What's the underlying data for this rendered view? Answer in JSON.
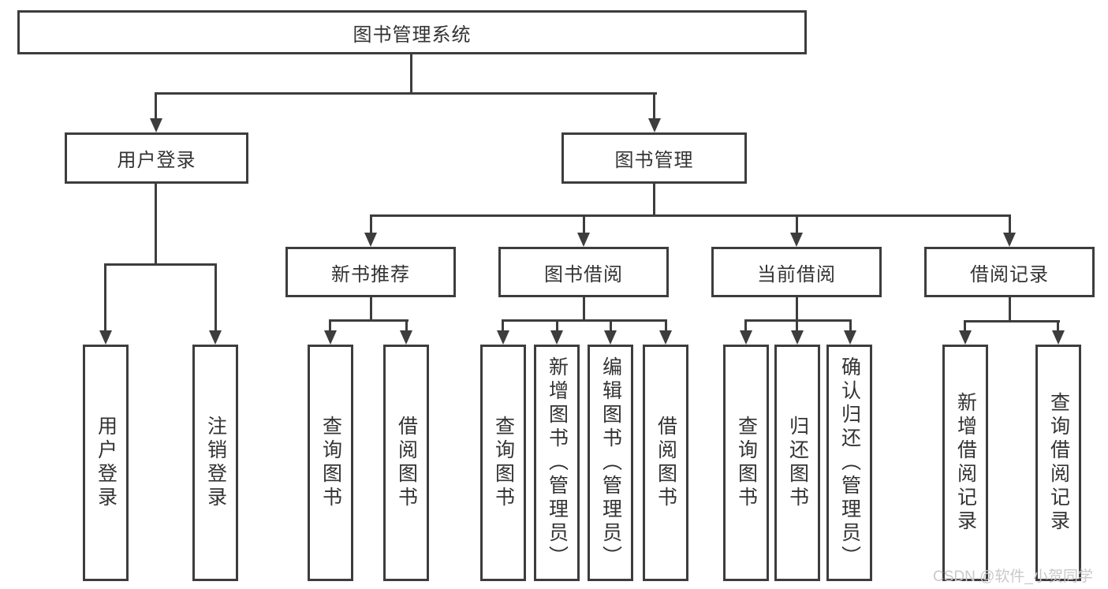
{
  "diagram": {
    "root": "图书管理系统",
    "branches": [
      {
        "label": "用户登录",
        "children": [
          "用户登录",
          "注销登录"
        ]
      },
      {
        "label": "图书管理",
        "groups": [
          {
            "label": "新书推荐",
            "children": [
              "查询图书",
              "借阅图书"
            ]
          },
          {
            "label": "图书借阅",
            "children": [
              "查询图书",
              "新增图书（管理员）",
              "编辑图书（管理员）",
              "借阅图书"
            ]
          },
          {
            "label": "当前借阅",
            "children": [
              "查询图书",
              "归还图书",
              "确认归还（管理员）"
            ]
          },
          {
            "label": "借阅记录",
            "children": [
              "新增借阅记录",
              "查询借阅记录"
            ]
          }
        ]
      }
    ]
  },
  "watermark": {
    "text": "CSDN @软件_小贺同学"
  },
  "colors": {
    "line": "#3d3d3d",
    "text": "#333333",
    "watermark": "#c9c9c9",
    "background": "#ffffff"
  }
}
